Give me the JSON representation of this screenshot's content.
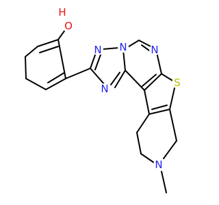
{
  "colors": {
    "background": "#ffffff",
    "bond": "#000000",
    "carbon": "#000000",
    "nitrogen": "#2222ee",
    "oxygen": "#ee1111",
    "sulfur": "#bbbb00"
  },
  "atoms": {
    "hydroxyl_o": "O",
    "hydroxyl_h": "H",
    "triazole_n1": "N",
    "triazole_n2": "N",
    "triazole_n3": "N",
    "pyrimidine_n": "N",
    "thiophene_s": "S",
    "piperidine_n": "N"
  }
}
